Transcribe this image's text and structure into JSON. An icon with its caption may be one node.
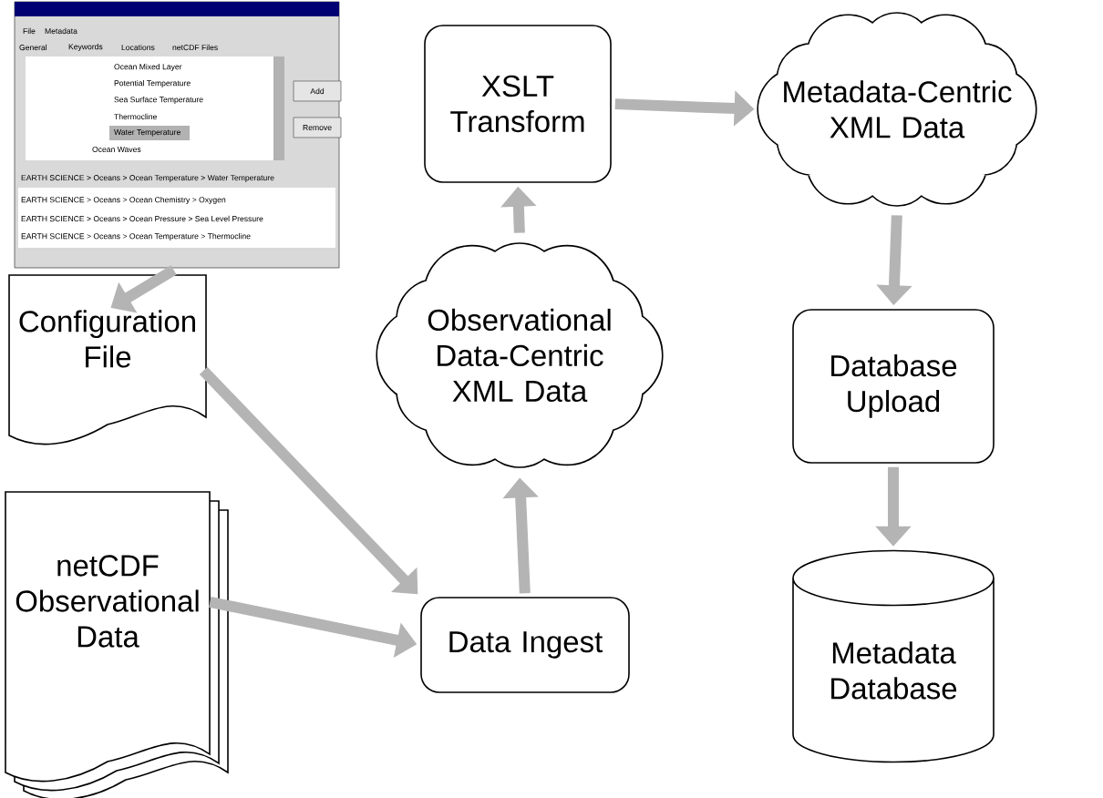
{
  "diagram": {
    "nodes": [
      {
        "text": [
          "File",
          "Metadata",
          "General",
          "Keywords",
          "Locations",
          "netCDF Files",
          "Ocean Mixed Layer",
          "Potential Temperature",
          "Sea Surface Temperature",
          "Thermocline",
          "Water Temperature",
          "Ocean Waves",
          "Add",
          "Remove",
          "EARTH SCIENCE > Oceans > Ocean Temperature > Water Temperature",
          "EARTH SCIENCE > Oceans > Ocean Chemistry > Oxygen",
          "EARTH SCIENCE > Oceans > Ocean Pressure > Sea Level Pressure",
          "EARTH SCIENCE > Oceans > Ocean Temperature > Thermocline"
        ]
      },
      {
        "text": [
          "Configuration File"
        ]
      },
      {
        "text": [
          "netCDF Observational Data"
        ]
      },
      {
        "text": [
          "Data Ingest"
        ]
      },
      {
        "text": [
          "Observational Data-Centric XML Data"
        ]
      },
      {
        "text": [
          "XSLT Transform"
        ]
      },
      {
        "text": [
          "Metadata-Centric XML Data"
        ]
      },
      {
        "text": [
          "Database Upload"
        ]
      },
      {
        "text": [
          "Metadata Database"
        ]
      }
    ],
    "edges": [
      {
        "from": 0,
        "to": 1,
        "arrow": "to"
      },
      {
        "from": 1,
        "to": 3,
        "arrow": "to"
      },
      {
        "from": 2,
        "to": 3,
        "arrow": "to"
      },
      {
        "from": 3,
        "to": 4,
        "arrow": "to"
      },
      {
        "from": 4,
        "to": 5,
        "arrow": "to"
      },
      {
        "from": 5,
        "to": 6,
        "arrow": "to"
      },
      {
        "from": 6,
        "to": 7,
        "arrow": "to"
      },
      {
        "from": 7,
        "to": 8,
        "arrow": "to"
      }
    ]
  }
}
